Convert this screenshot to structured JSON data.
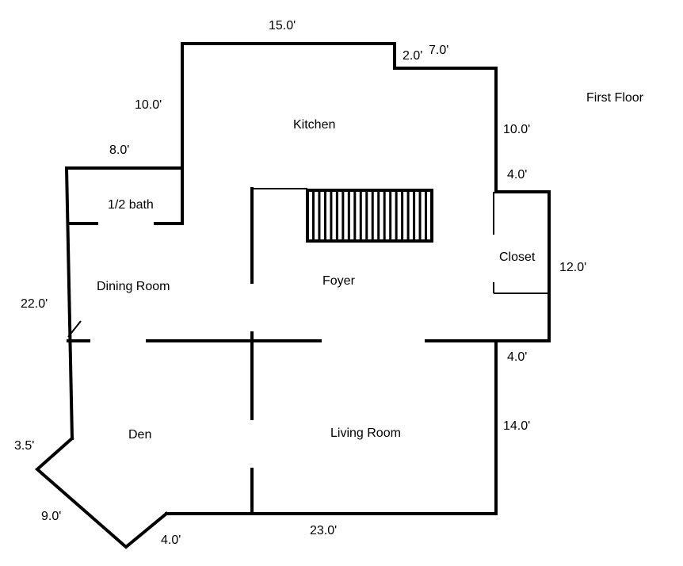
{
  "title": "First Floor",
  "rooms": {
    "kitchen": "Kitchen",
    "half_bath": "1/2 bath",
    "dining_room": "Dining Room",
    "foyer": "Foyer",
    "closet": "Closet",
    "den": "Den",
    "living_room": "Living Room"
  },
  "dimensions": {
    "top": "15.0'",
    "jog_a": "2.0'",
    "jog_b": "7.0'",
    "kitchen_left": "10.0'",
    "bath_top": "8.0'",
    "kitchen_right": "10.0'",
    "closet_top": "4.0'",
    "closet_right": "12.0'",
    "dining_left": "22.0'",
    "closet_bottom": "4.0'",
    "living_right": "14.0'",
    "bay_upper": "3.5'",
    "bay_lower": "9.0'",
    "bay_bottom": "4.0'",
    "bottom": "23.0'"
  }
}
